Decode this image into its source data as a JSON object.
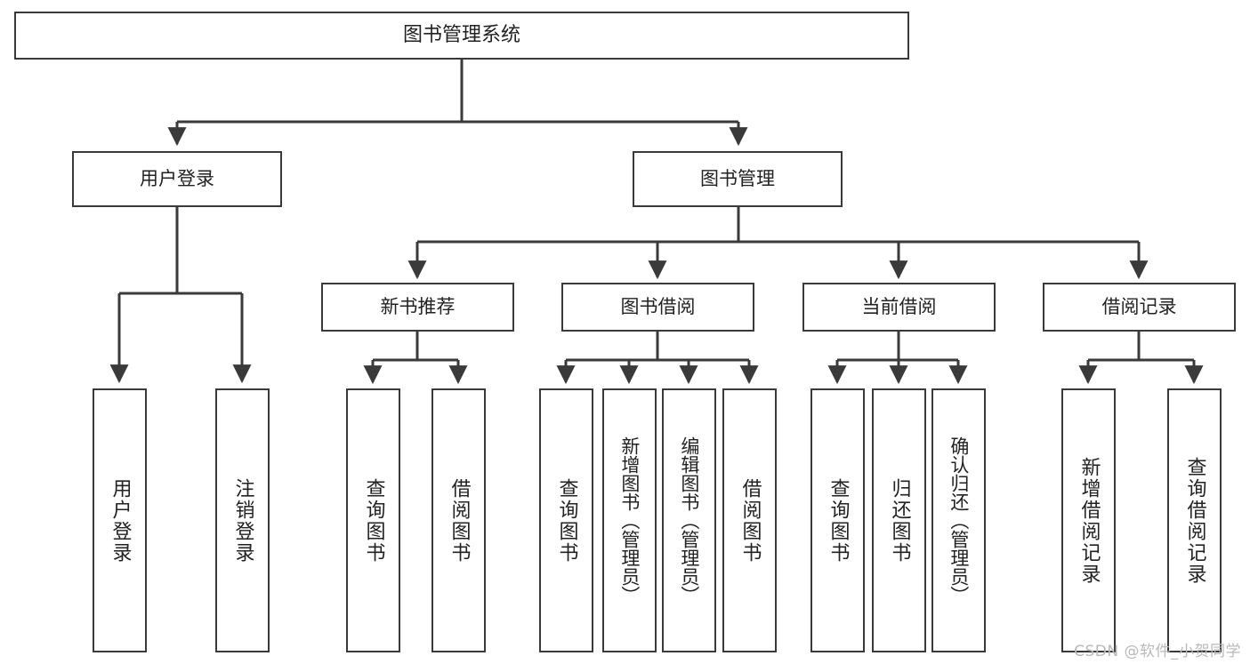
{
  "diagram": {
    "title": "图书管理系统",
    "type": "tree-hierarchy",
    "root": {
      "id": "root",
      "label": "图书管理系统"
    },
    "level2": [
      {
        "id": "login",
        "label": "用户登录"
      },
      {
        "id": "bookmgmt",
        "label": "图书管理"
      }
    ],
    "level3": [
      {
        "id": "newbook",
        "label": "新书推荐",
        "parent": "bookmgmt"
      },
      {
        "id": "borrow",
        "label": "图书借阅",
        "parent": "bookmgmt"
      },
      {
        "id": "current",
        "label": "当前借阅",
        "parent": "bookmgmt"
      },
      {
        "id": "record",
        "label": "借阅记录",
        "parent": "bookmgmt"
      }
    ],
    "leaves": {
      "login": [
        {
          "id": "leaf-user-login",
          "label": "用户登录"
        },
        {
          "id": "leaf-logout",
          "label": "注销登录"
        }
      ],
      "newbook": [
        {
          "id": "leaf-query-book-1",
          "label": "查询图书"
        },
        {
          "id": "leaf-borrow-book-1",
          "label": "借阅图书"
        }
      ],
      "borrow": [
        {
          "id": "leaf-query-book-2",
          "label": "查询图书"
        },
        {
          "id": "leaf-add-book",
          "label": "新增图书（管理员）"
        },
        {
          "id": "leaf-edit-book",
          "label": "编辑图书（管理员）"
        },
        {
          "id": "leaf-borrow-book-2",
          "label": "借阅图书"
        }
      ],
      "current": [
        {
          "id": "leaf-query-book-3",
          "label": "查询图书"
        },
        {
          "id": "leaf-return-book",
          "label": "归还图书"
        },
        {
          "id": "leaf-confirm-return",
          "label": "确认归还（管理员）"
        }
      ],
      "record": [
        {
          "id": "leaf-add-record",
          "label": "新增借阅记录"
        },
        {
          "id": "leaf-query-record",
          "label": "查询借阅记录"
        }
      ]
    }
  },
  "watermark": {
    "text": "CSDN @软件_小贺同学"
  },
  "colors": {
    "stroke": "#3a3a3a",
    "text": "#222222",
    "background": "#ffffff",
    "watermark": "#b9b9b9"
  }
}
